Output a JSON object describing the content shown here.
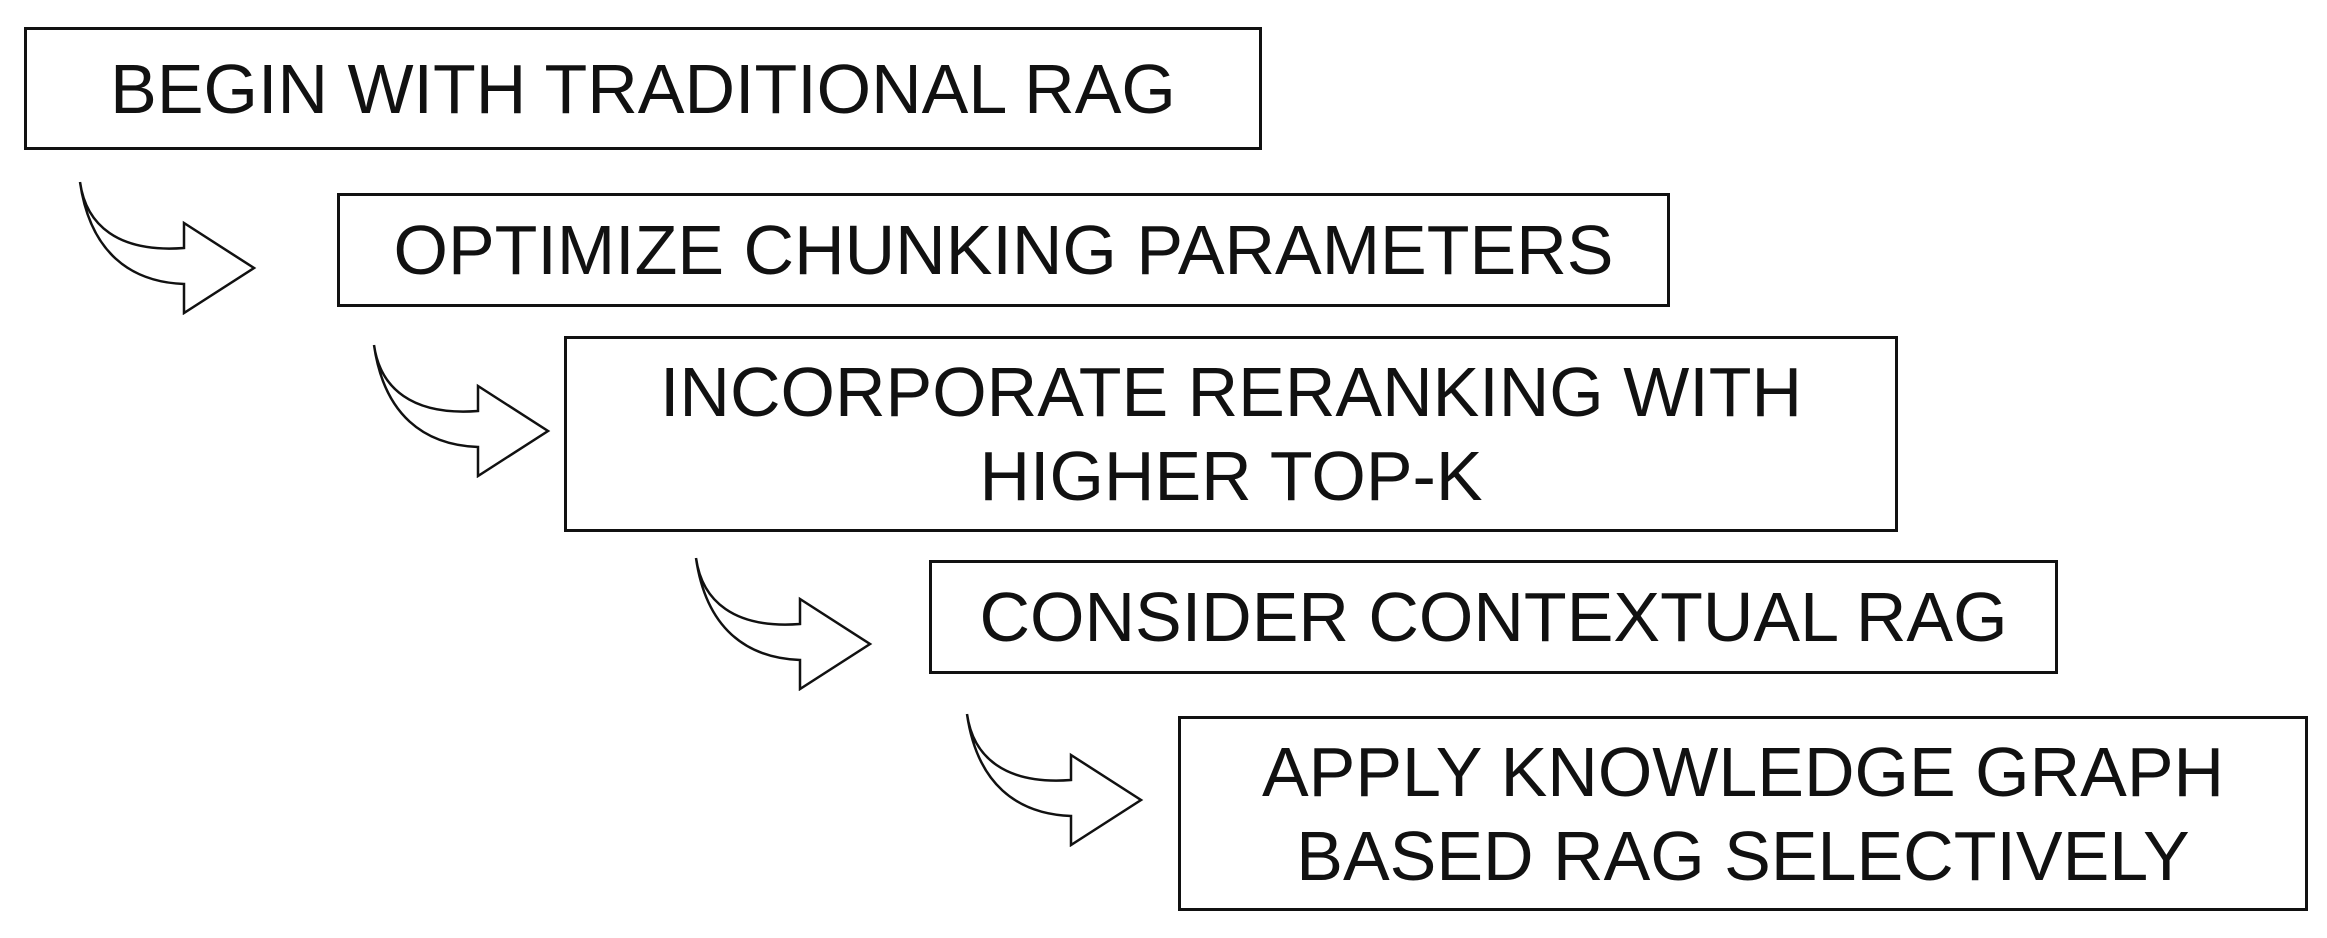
{
  "steps": [
    {
      "lines": [
        "BEGIN WITH TRADITIONAL RAG"
      ]
    },
    {
      "lines": [
        "OPTIMIZE CHUNKING PARAMETERS"
      ]
    },
    {
      "lines": [
        "INCORPORATE RERANKING WITH",
        "HIGHER TOP-K"
      ]
    },
    {
      "lines": [
        "CONSIDER CONTEXTUAL RAG"
      ]
    },
    {
      "lines": [
        "APPLY KNOWLEDGE GRAPH",
        "BASED RAG SELECTIVELY"
      ]
    }
  ],
  "connectors": [
    {
      "icon": "curved-arrow-right-icon"
    },
    {
      "icon": "curved-arrow-right-icon"
    },
    {
      "icon": "curved-arrow-right-icon"
    },
    {
      "icon": "curved-arrow-right-icon"
    }
  ],
  "colors": {
    "stroke": "#111111",
    "background": "#ffffff"
  }
}
